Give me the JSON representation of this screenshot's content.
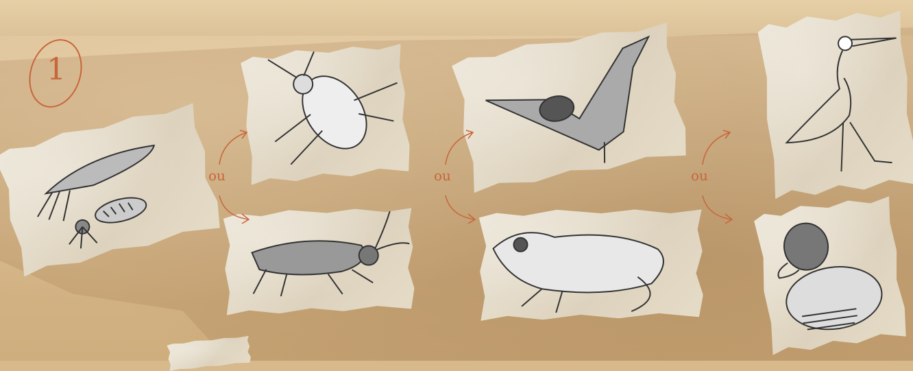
{
  "step": {
    "number": "1"
  },
  "connectors": [
    {
      "label": "ou"
    },
    {
      "label": "ou"
    },
    {
      "label": "ou"
    }
  ],
  "cards": [
    {
      "icon": "plankton-icon"
    },
    {
      "icon": "beetle-icon"
    },
    {
      "icon": "cricket-icon"
    },
    {
      "icon": "bat-icon"
    },
    {
      "icon": "frog-icon"
    },
    {
      "icon": "egret-icon"
    },
    {
      "icon": "duck-icon"
    }
  ],
  "colors": {
    "accent": "#c8653a",
    "background": "#d7b98c",
    "card": "#e6dfcf"
  }
}
